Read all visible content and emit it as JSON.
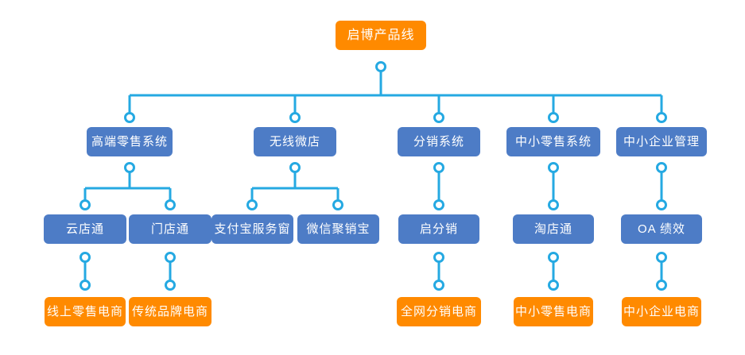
{
  "colors": {
    "canvas_background": "#ffffff",
    "root_box": "#ff8a00",
    "branch_box": "#4d7cc6",
    "leaf_box": "#ff8a00",
    "connector": "#25a9e2",
    "node_text": "#ffffff"
  },
  "tree": {
    "root": {
      "label": "启博产品线"
    },
    "branches": [
      {
        "label": "高端零售系统",
        "children": [
          {
            "label": "云店通",
            "leaf": {
              "label": "线上零售电商"
            }
          },
          {
            "label": "门店通",
            "leaf": {
              "label": "传统品牌电商"
            }
          }
        ]
      },
      {
        "label": "无线微店",
        "children": [
          {
            "label": "支付宝服务窗"
          },
          {
            "label": "微信聚销宝"
          }
        ]
      },
      {
        "label": "分销系统",
        "children": [
          {
            "label": "启分销",
            "leaf": {
              "label": "全网分销电商"
            }
          }
        ]
      },
      {
        "label": "中小零售系统",
        "children": [
          {
            "label": "淘店通",
            "leaf": {
              "label": "中小零售电商"
            }
          }
        ]
      },
      {
        "label": "中小企业管理",
        "children": [
          {
            "label": "OA 绩效",
            "leaf": {
              "label": "中小企业电商"
            }
          }
        ]
      }
    ]
  }
}
